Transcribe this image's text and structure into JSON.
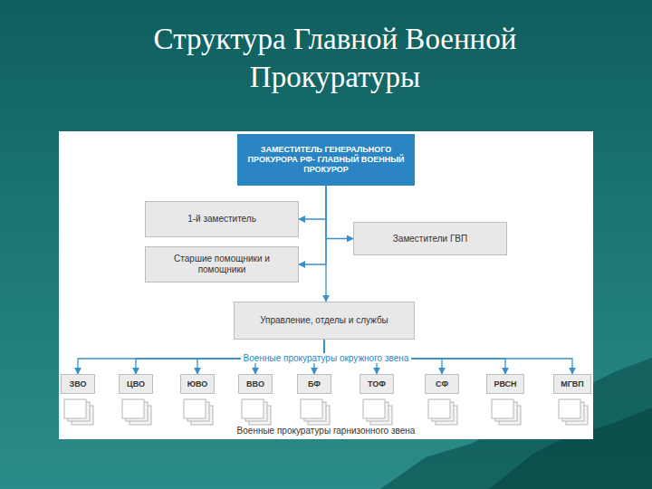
{
  "diagram": {
    "title": "Структура Главной Военной Прокуратуры",
    "nodes": [
      {
        "text": [
          "ЗАМЕСТИТЕЛЬ ГЕНЕРАЛЬНОГО ПРОКУРОРА РФ- ГЛАВНЫЙ ВОЕННЫЙ ПРОКУРОР"
        ]
      },
      {
        "text": [
          "1-й заместитель"
        ]
      },
      {
        "text": [
          "Заместители ГВП"
        ]
      },
      {
        "text": [
          "Старшие помощники и помощники"
        ]
      },
      {
        "text": [
          "Управление, отделы и службы"
        ]
      },
      {
        "text": [
          "ЗВО"
        ]
      },
      {
        "text": [
          "ЦВО"
        ]
      },
      {
        "text": [
          "ЮВО"
        ]
      },
      {
        "text": [
          "ВВО"
        ]
      },
      {
        "text": [
          "БФ"
        ]
      },
      {
        "text": [
          "ТОФ"
        ]
      },
      {
        "text": [
          "СФ"
        ]
      },
      {
        "text": [
          "РВСН"
        ]
      },
      {
        "text": [
          "МГВП"
        ]
      }
    ],
    "edges": [
      {
        "from": 0,
        "to": 1,
        "arrow": "to"
      },
      {
        "from": 0,
        "to": 2,
        "arrow": "to"
      },
      {
        "from": 0,
        "to": 3,
        "arrow": "to"
      },
      {
        "from": 0,
        "to": 4,
        "arrow": "to"
      },
      {
        "from": 4,
        "to": 5,
        "arrow": "to"
      },
      {
        "from": 4,
        "to": 6,
        "arrow": "to"
      },
      {
        "from": 4,
        "to": 7,
        "arrow": "to"
      },
      {
        "from": 4,
        "to": 8,
        "arrow": "to"
      },
      {
        "from": 4,
        "to": 9,
        "arrow": "to"
      },
      {
        "from": 4,
        "to": 10,
        "arrow": "to"
      },
      {
        "from": 4,
        "to": 11,
        "arrow": "to"
      },
      {
        "from": 4,
        "to": 12,
        "arrow": "to"
      },
      {
        "from": 4,
        "to": 13,
        "arrow": "to"
      }
    ],
    "labels": [
      "Военные прокуратуры окружного звена",
      "Военные прокуратуры гарнизонного звена"
    ]
  }
}
